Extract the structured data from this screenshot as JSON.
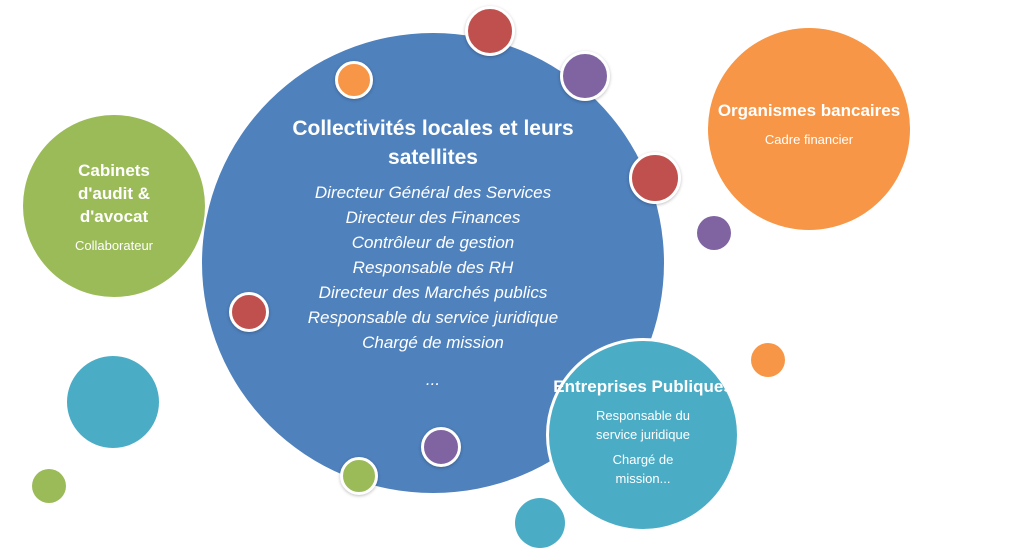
{
  "main": {
    "title": "Collectivités locales et leurs satellites",
    "items": [
      "Directeur Général des Services",
      "Directeur des Finances",
      "Contrôleur de gestion",
      "Responsable des RH",
      "Directeur des Marchés publics",
      "Responsable du service juridique",
      "Chargé de mission",
      "..."
    ]
  },
  "audit": {
    "title": "Cabinets d'audit & d'avocat",
    "sub": "Collaborateur"
  },
  "bank": {
    "title": "Organismes bancaires",
    "sub": "Cadre financier"
  },
  "entreprises": {
    "title": "Entreprises Publiques",
    "sub1": "Responsable du service juridique",
    "sub2": "Chargé de mission..."
  },
  "colors": {
    "blue": "#4f81bd",
    "green": "#9bbb59",
    "orange": "#f79646",
    "teal": "#4bacc6",
    "red": "#c0504d",
    "purple": "#8064a2"
  }
}
